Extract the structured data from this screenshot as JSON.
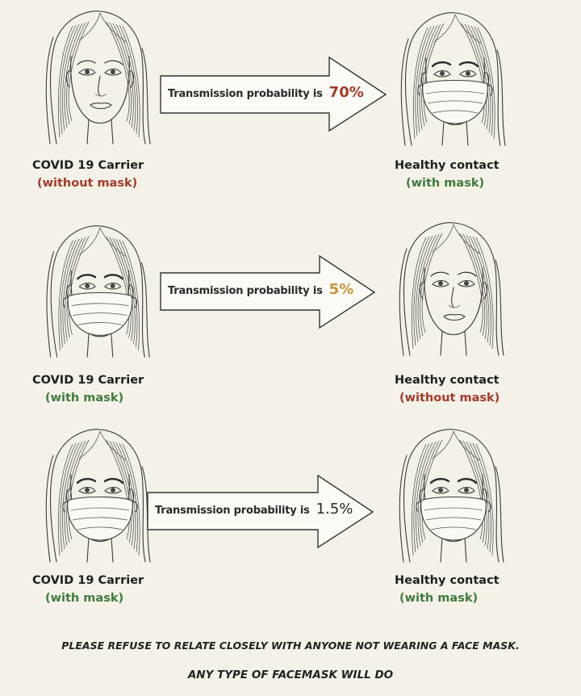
{
  "rows": [
    {
      "carrier": {
        "title": "COVID 19 Carrier",
        "status": "(without mask)",
        "status_color": "#a33a2a"
      },
      "contact": {
        "title": "Healthy contact",
        "status": "(with mask)",
        "status_color": "#3e7a3c"
      },
      "arrow": {
        "label": "Transmission probability is",
        "value": "70%",
        "value_color": "#a33a2a"
      }
    },
    {
      "carrier": {
        "title": "COVID 19 Carrier",
        "status": "(with mask)",
        "status_color": "#3e7a3c"
      },
      "contact": {
        "title": "Healthy contact",
        "status": "(without mask)",
        "status_color": "#a33a2a"
      },
      "arrow": {
        "label": "Transmission probability is",
        "value": "5%",
        "value_color": "#c9923a"
      }
    },
    {
      "carrier": {
        "title": "COVID 19 Carrier",
        "status": "(with mask)",
        "status_color": "#3e7a3c"
      },
      "contact": {
        "title": "Healthy contact",
        "status": "(with mask)",
        "status_color": "#3e7a3c"
      },
      "arrow": {
        "label": "Transmission probability is",
        "value": "1.5%",
        "value_color": "#2a2a2a"
      }
    }
  ],
  "footer": {
    "line1": "PLEASE REFUSE TO RELATE CLOSELY WITH ANYONE NOT WEARING A FACE MASK.",
    "line2": "ANY TYPE OF FACEMASK WILL DO"
  },
  "icons": {
    "unmasked": "woman-face-icon",
    "masked": "woman-masked-face-icon"
  }
}
